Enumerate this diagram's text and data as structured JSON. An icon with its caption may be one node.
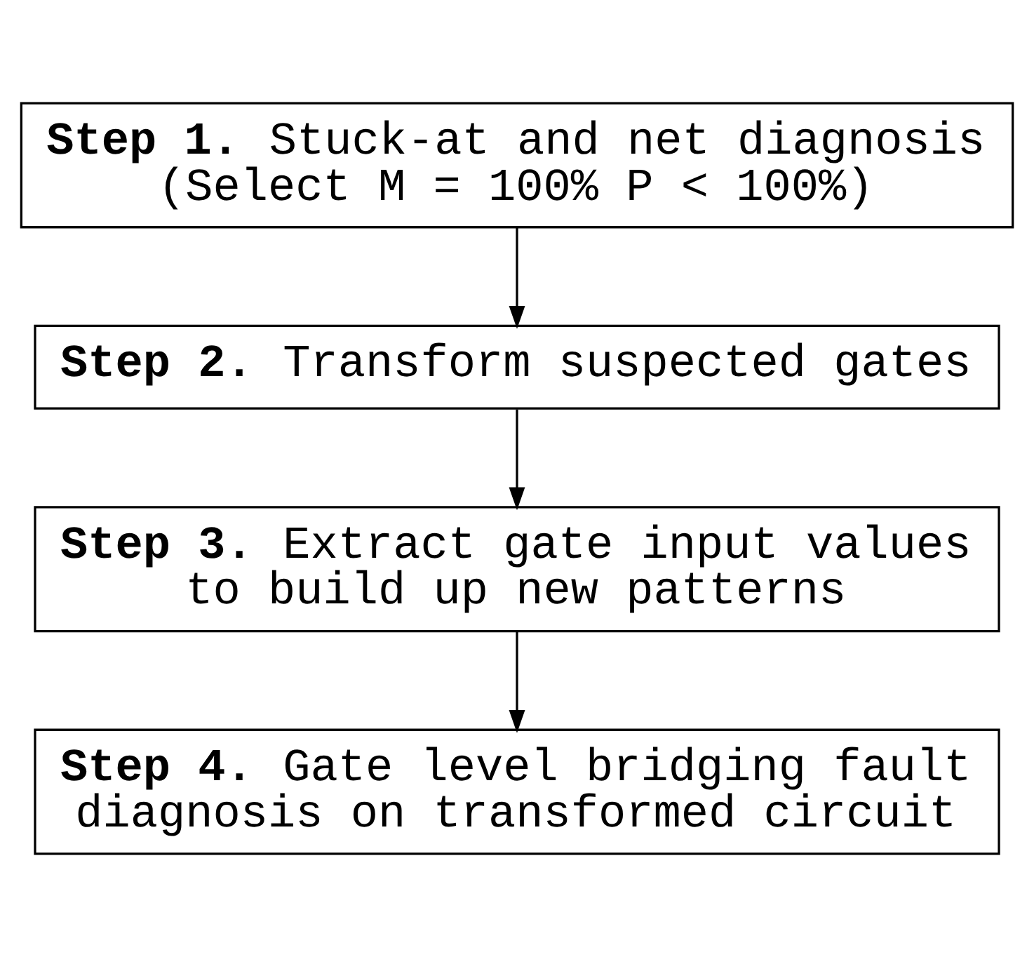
{
  "diagram": {
    "nodes": [
      {
        "text": [
          "**Step 1.** Stuck-at and net diagnosis (Select M = 100% P < 100%)"
        ]
      },
      {
        "text": [
          "**Step 2.** Transform suspected gates"
        ]
      },
      {
        "text": [
          "**Step 3.** Extract gate input values to build up new patterns"
        ]
      },
      {
        "text": [
          "**Step 4.** Gate level bridging fault diagnosis on transformed circuit"
        ]
      }
    ],
    "edges": [
      {
        "from": 0,
        "to": 1,
        "arrow": "to"
      },
      {
        "from": 1,
        "to": 2,
        "arrow": "to"
      },
      {
        "from": 2,
        "to": 3,
        "arrow": "to"
      }
    ]
  }
}
